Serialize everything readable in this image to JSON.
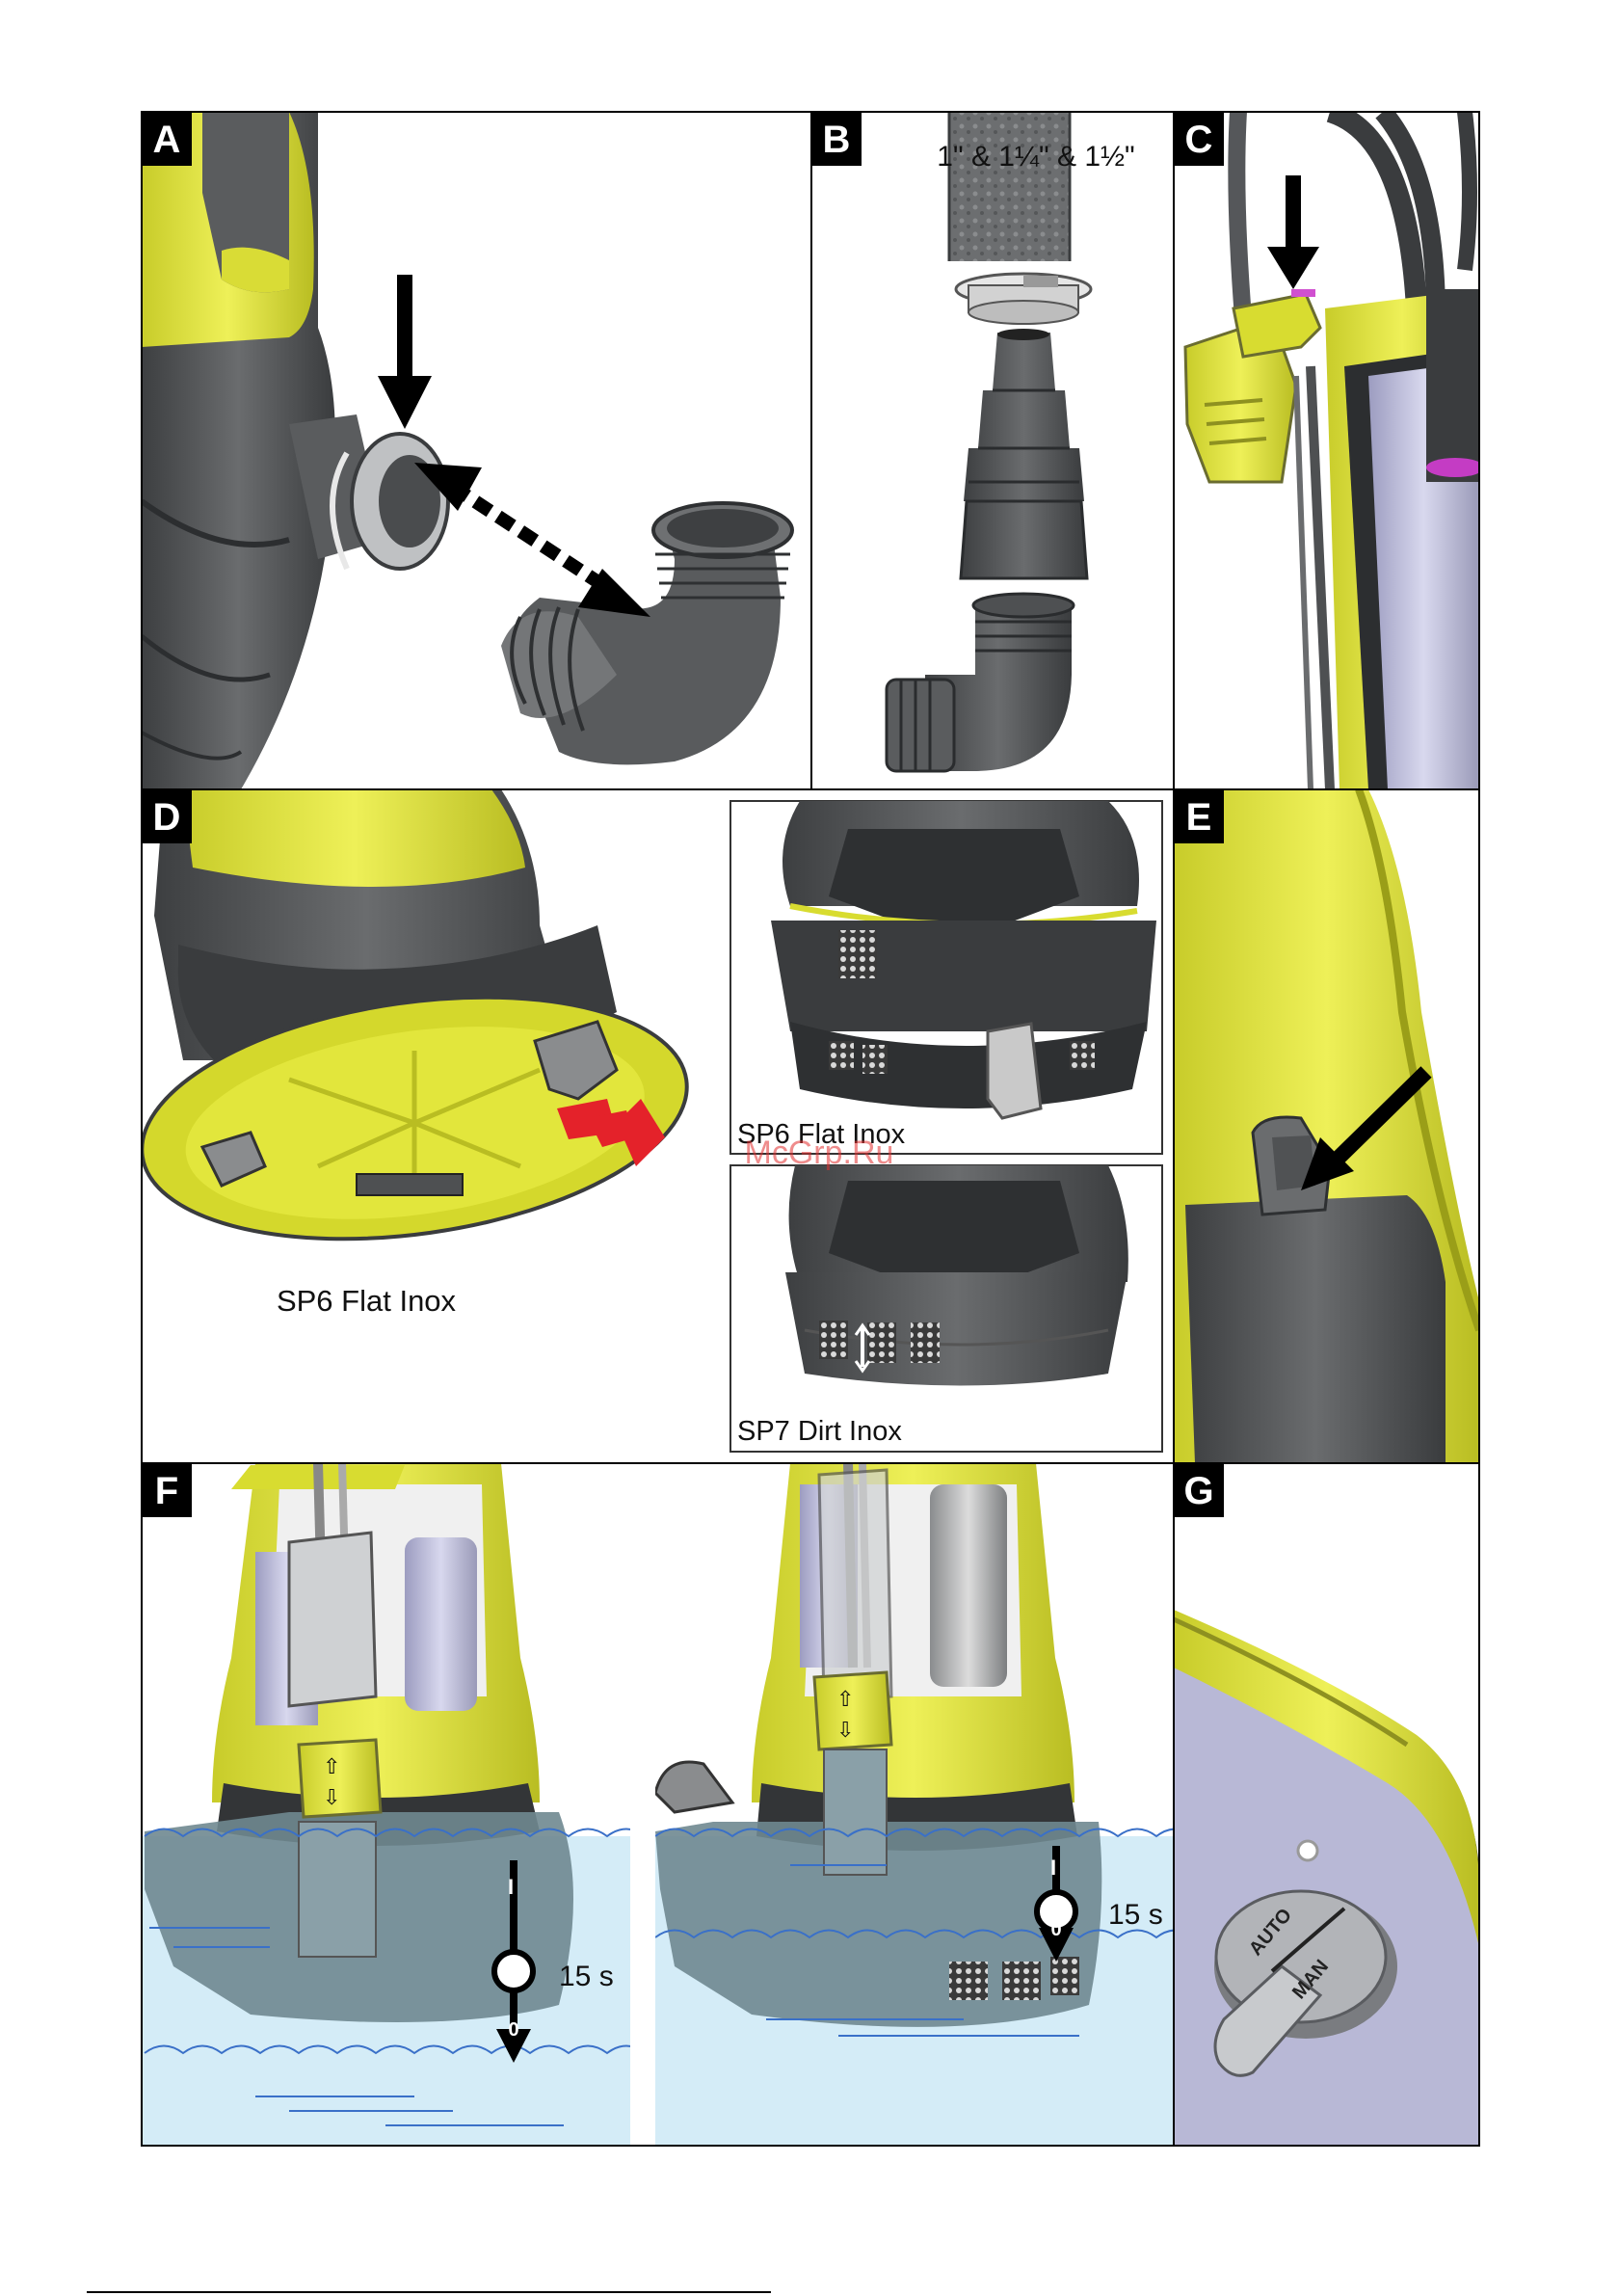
{
  "panels": {
    "a": {
      "letter": "A"
    },
    "b": {
      "letter": "B",
      "sizes": "1\" & 1¼\" & 1½\""
    },
    "c": {
      "letter": "C"
    },
    "d": {
      "letter": "D",
      "main_caption": "SP6 Flat Inox",
      "inset_top_caption": "SP6 Flat Inox",
      "inset_bottom_caption": "SP7 Dirt Inox"
    },
    "e": {
      "letter": "E"
    },
    "f": {
      "letter": "F",
      "left_time": "15 s",
      "right_time": "15 s",
      "switch_on": "I",
      "switch_off": "0"
    },
    "g": {
      "letter": "G",
      "knob_auto": "AUTO",
      "knob_man": "MAN"
    }
  },
  "watermark": "McGrp.Ru",
  "colors": {
    "accent_yellow": "#e2e63c",
    "dark_gray": "#505254",
    "water": "#d4ecf7",
    "wave": "#3a70c8",
    "red_arrow": "#e4222a"
  }
}
